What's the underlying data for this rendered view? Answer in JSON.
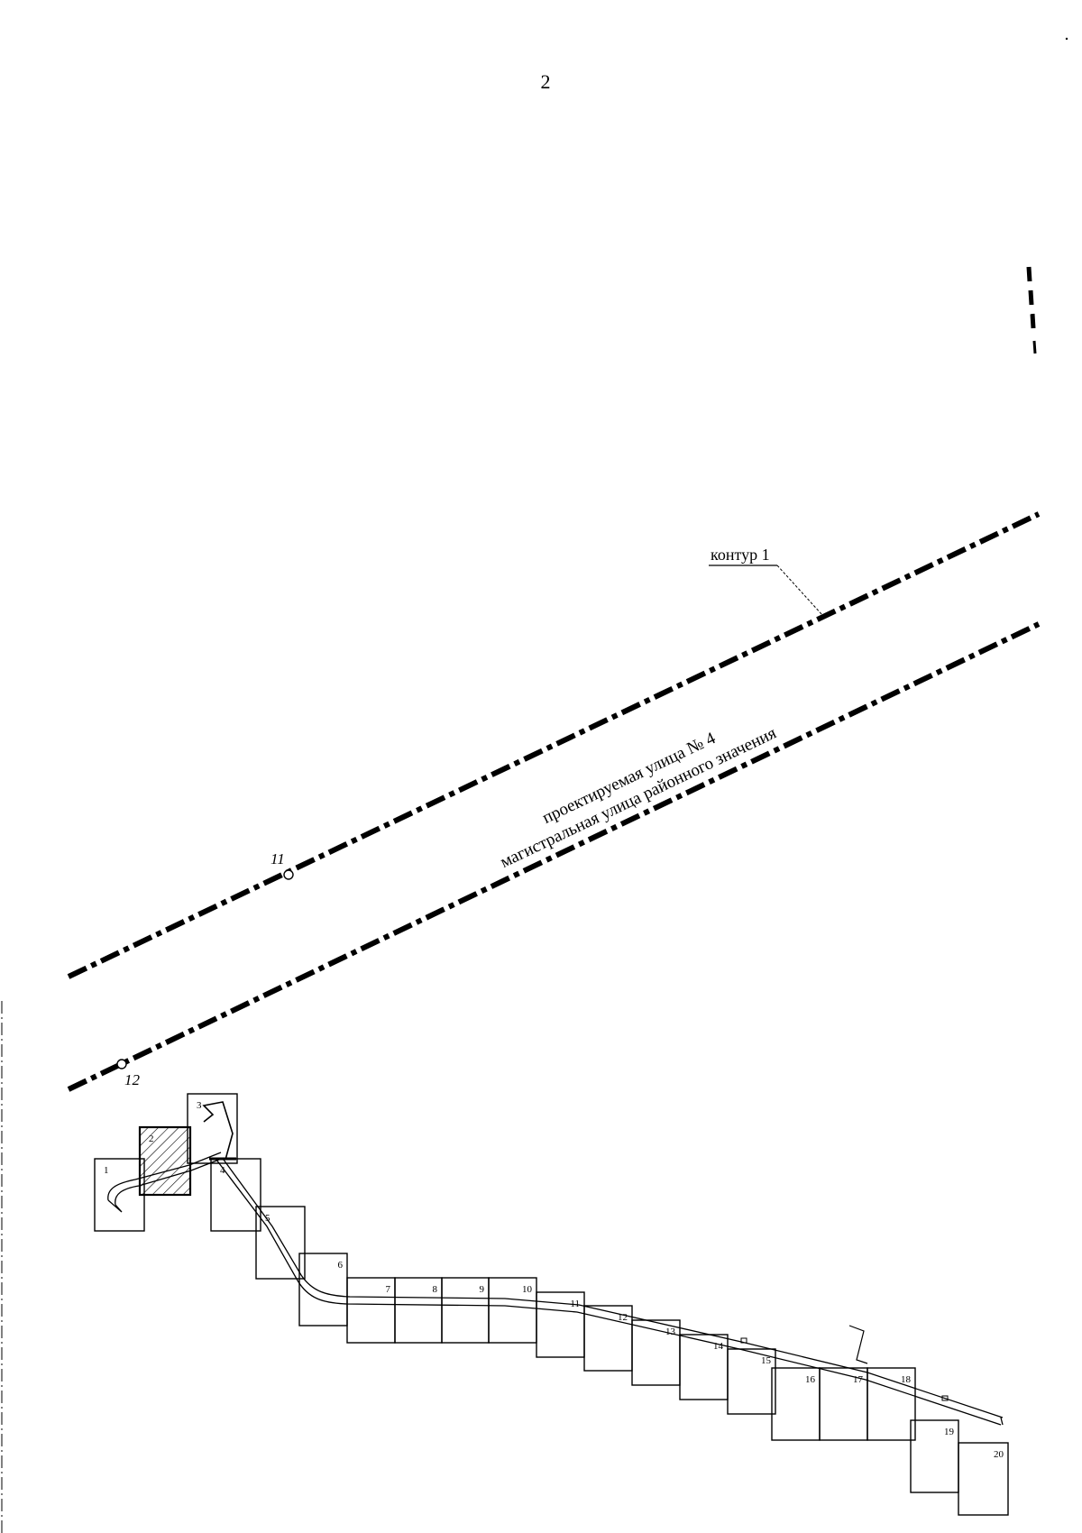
{
  "page": {
    "number": "2"
  },
  "map": {
    "contour_label": "контур 1",
    "street_name": "проектируемая улица № 4",
    "street_type": "магистральная улица районного значения",
    "points": [
      {
        "id": "11",
        "label": "11"
      },
      {
        "id": "12",
        "label": "12"
      }
    ],
    "sheets": [
      {
        "label": "1"
      },
      {
        "label": "2",
        "hatched": true
      },
      {
        "label": "3"
      },
      {
        "label": "4"
      },
      {
        "label": "5"
      },
      {
        "label": "6"
      },
      {
        "label": "7"
      },
      {
        "label": "8"
      },
      {
        "label": "9"
      },
      {
        "label": "10"
      },
      {
        "label": "11"
      },
      {
        "label": "12"
      },
      {
        "label": "13"
      },
      {
        "label": "14"
      },
      {
        "label": "15"
      },
      {
        "label": "16"
      },
      {
        "label": "17"
      },
      {
        "label": "18"
      },
      {
        "label": "19"
      },
      {
        "label": "20"
      }
    ],
    "colors": {
      "ink": "#000000",
      "paper": "#ffffff"
    }
  }
}
